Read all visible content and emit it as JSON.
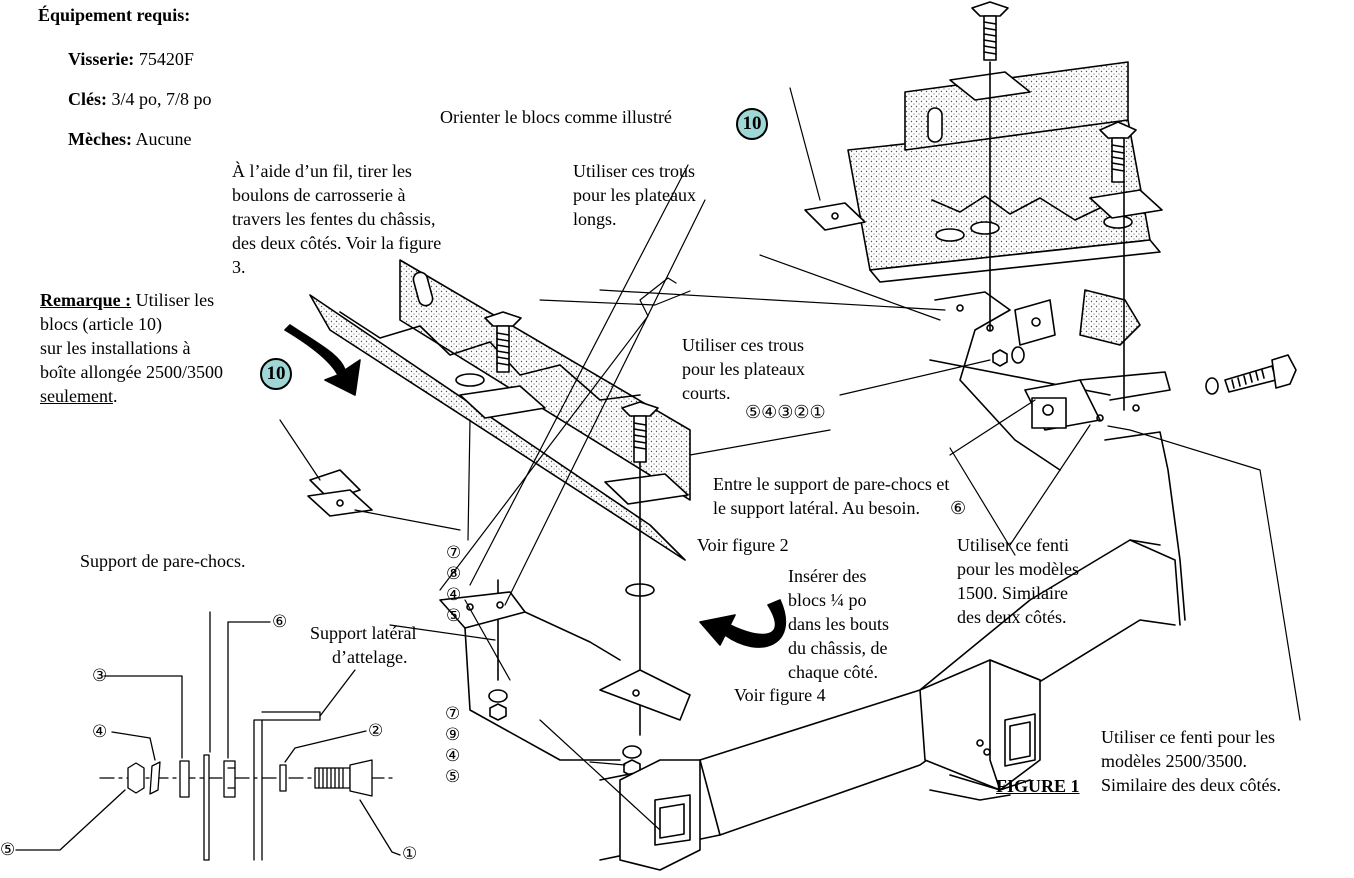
{
  "equipment": {
    "heading": "Équipement requis:",
    "hardware_label": "Visserie:",
    "hardware_value": "75420F",
    "wrenches_label": "Clés:",
    "wrenches_value": "3/4 po, 7/8 po",
    "bits_label": "Mèches:",
    "bits_value": "Aucune"
  },
  "notes": {
    "orient_blocks": "Orienter le blocs comme illustré",
    "fish_wire": [
      "À l’aide d’un fil, tirer les",
      "boulons de carrosserie à",
      "travers les fentes du châssis,",
      "des deux côtés. Voir la figure",
      "3."
    ],
    "long_beds": [
      "Utiliser ces trous",
      "pour les plateaux",
      "longs."
    ],
    "short_beds": [
      "Utiliser ces trous",
      "pour les plateaux",
      "courts."
    ],
    "remark_label": "Remarque :",
    "remark_lines": [
      " Utiliser les",
      "blocs (article 10)",
      "sur les installations à",
      "boîte allongée 2500/3500"
    ],
    "remark_only": "seulement",
    "between_supports": [
      "Entre le support de pare-chocs et",
      "le support latéral. Au besoin."
    ],
    "see_fig2": "Voir figure 2",
    "insert_blocks": [
      "Insérer des",
      "blocs ¼ po",
      "dans les bouts",
      "du châssis, de",
      "chaque côté."
    ],
    "see_fig4": "Voir figure 4",
    "fenti_1500": [
      "Utiliser ce fenti",
      "pour les modèles",
      "1500. Similaire",
      "des deux côtés."
    ],
    "bumper_support": "Support de pare-chocs.",
    "side_support": [
      "Support latéral",
      "d’attelage."
    ],
    "fenti_2500": [
      "Utiliser ce fenti pour les",
      "modèles 2500/3500.",
      "Similaire des deux côtés."
    ],
    "figure_label": "FIGURE 1"
  },
  "callouts": {
    "item10": "10",
    "stack_right": "⑤④③②①",
    "n6": "⑥",
    "stack_left_a": [
      "⑦",
      "⑧",
      "④",
      "⑤"
    ],
    "stack_left_b": [
      "⑦",
      "⑨",
      "④",
      "⑤"
    ],
    "detail": {
      "n3": "③",
      "n6": "⑥",
      "n4": "④",
      "n2": "②",
      "n5": "⑤",
      "n1": "①"
    }
  }
}
